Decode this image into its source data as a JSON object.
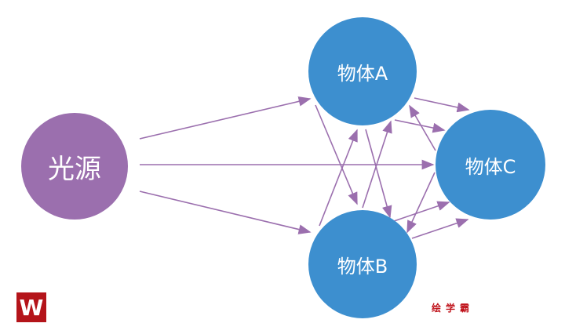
{
  "nodes": {
    "light": {
      "label": "光源",
      "color": "#9b6fae"
    },
    "a": {
      "label": "物体A",
      "color": "#3d8fcf"
    },
    "b": {
      "label": "物体B",
      "color": "#3d8fcf"
    },
    "c": {
      "label": "物体C",
      "color": "#3d8fcf"
    }
  },
  "arrow_color": "#9b6fae",
  "watermark": "绘学霸",
  "logo": "W"
}
